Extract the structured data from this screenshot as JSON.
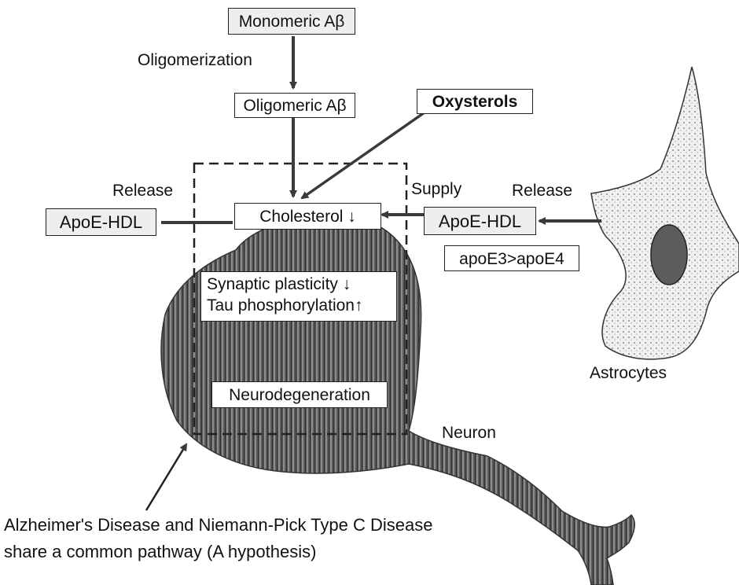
{
  "nodes": {
    "monomeric": "Monomeric Aβ",
    "oligomerization": "Oligomerization",
    "oligomeric": "Oligomeric Aβ",
    "oxysterols": "Oxysterols",
    "release_left": "Release",
    "apoe_hdl_left": "ApoE-HDL",
    "supply": "Supply",
    "release_right": "Release",
    "cholesterol": "Cholesterol ↓",
    "apoe_hdl_right": "ApoE-HDL",
    "apoe_ratio": "apoE3>apoE4",
    "synaptic": "Synaptic plasticity ↓",
    "tau": "Tau phosphorylation↑",
    "neurodegeneration": "Neurodegeneration",
    "astrocytes": "Astrocytes",
    "neuron": "Neuron"
  },
  "caption": {
    "line1": "Alzheimer's Disease and Niemann-Pick Type C Disease",
    "line2": "share a common pathway (A hypothesis)"
  }
}
